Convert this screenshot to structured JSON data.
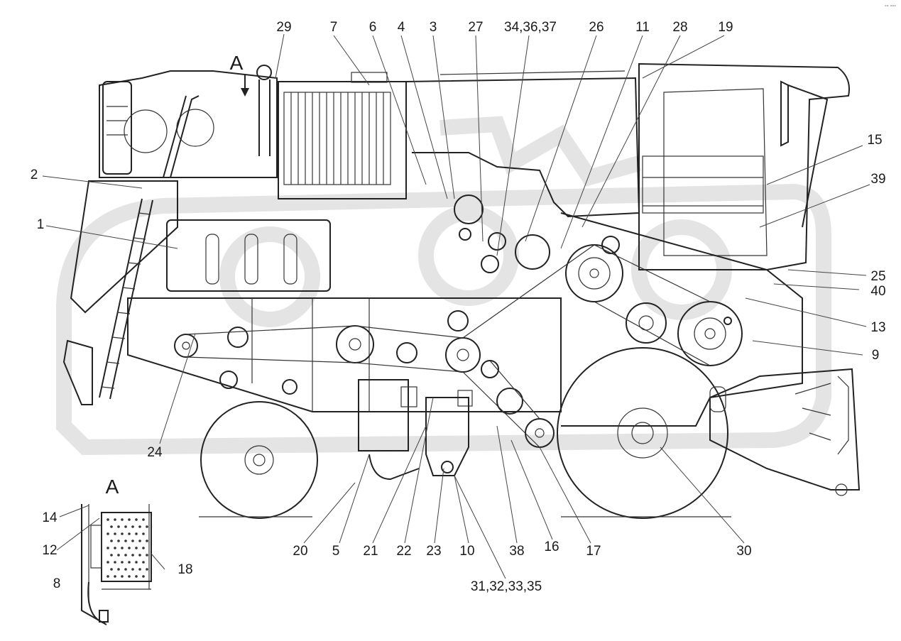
{
  "view_letter": "A",
  "inset_letter": "A",
  "corner_mark": "°° °°°",
  "callouts": {
    "top": [
      "29",
      "7",
      "6",
      "4",
      "3",
      "27",
      "34,36,37",
      "26",
      "11",
      "28",
      "19"
    ],
    "right": [
      "15",
      "39",
      "25",
      "40",
      "13",
      "9"
    ],
    "left": [
      "2",
      "1",
      "24"
    ],
    "bottom": [
      "20",
      "5",
      "21",
      "22",
      "23",
      "10",
      "38",
      "16",
      "17",
      "30",
      "31,32,33,35"
    ],
    "inset": [
      "14",
      "12",
      "8",
      "18"
    ]
  }
}
